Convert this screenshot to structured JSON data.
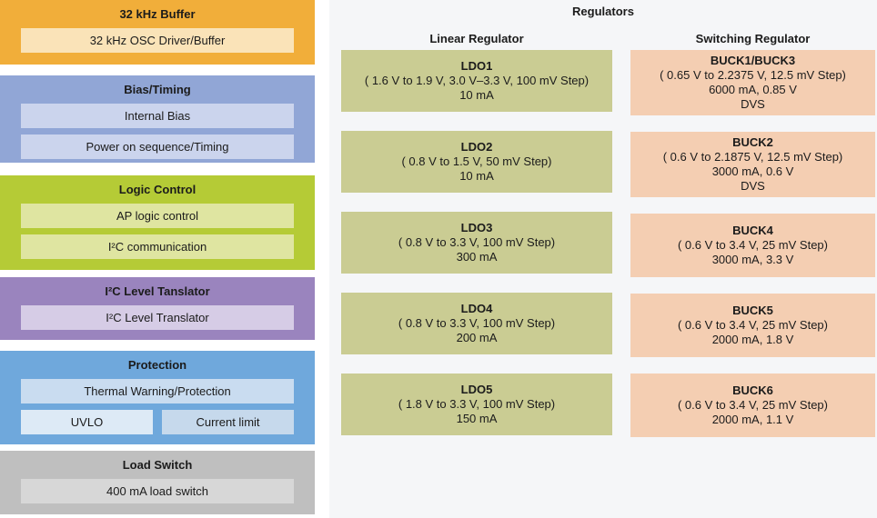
{
  "colors": {
    "panel_bg": "#F5F6F8",
    "buffer_bg": "#F1AE3A",
    "buffer_item_bg": "#FAE3B8",
    "bias_bg": "#91A6D6",
    "bias_item_bg": "#CBD4ED",
    "logic_bg": "#B5CB36",
    "logic_item_bg": "#DFE5A1",
    "i2c_bg": "#9A84BE",
    "i2c_item_bg": "#D6CCE6",
    "protection_bg": "#6FA8DC",
    "protection_item_bg": "#C9DCF0",
    "uvlo_bg": "#DDEAF6",
    "current_limit_bg": "#C6D9EC",
    "loadswitch_bg": "#BFBFBF",
    "loadswitch_item_bg": "#D7D7D7",
    "ldo_bg": "#CACC93",
    "buck_bg": "#F4CEB2"
  },
  "left_panel": {
    "blocks": [
      {
        "title": "32 kHz Buffer",
        "items": [
          "32 kHz OSC Driver/Buffer"
        ]
      },
      {
        "title": "Bias/Timing",
        "items": [
          "Internal Bias",
          "Power on sequence/Timing"
        ]
      },
      {
        "title": "Logic Control",
        "items": [
          "AP logic control",
          "I²C communication"
        ]
      },
      {
        "title": "I²C Level Tanslator",
        "items": [
          "I²C Level Translator"
        ]
      },
      {
        "title": "Protection",
        "items": [
          "Thermal Warning/Protection"
        ],
        "split_items": [
          "UVLO",
          "Current limit"
        ]
      },
      {
        "title": "Load Switch",
        "items": [
          "400 mA load switch"
        ]
      }
    ]
  },
  "regulators": {
    "title": "Regulators",
    "linear": {
      "header": "Linear Regulator",
      "items": [
        {
          "name": "LDO1",
          "specs": [
            "( 1.6 V to 1.9 V, 3.0 V–3.3 V, 100 mV Step)",
            "10 mA"
          ]
        },
        {
          "name": "LDO2",
          "specs": [
            "( 0.8 V to 1.5 V, 50 mV Step)",
            "10 mA"
          ]
        },
        {
          "name": "LDO3",
          "specs": [
            "( 0.8 V to 3.3 V, 100 mV Step)",
            "300 mA"
          ]
        },
        {
          "name": "LDO4",
          "specs": [
            "( 0.8 V to 3.3 V, 100 mV Step)",
            "200 mA"
          ]
        },
        {
          "name": "LDO5",
          "specs": [
            "( 1.8 V to 3.3 V, 100 mV Step)",
            "150 mA"
          ]
        }
      ]
    },
    "switching": {
      "header": "Switching Regulator",
      "items": [
        {
          "name": "BUCK1/BUCK3",
          "specs": [
            "( 0.65 V to 2.2375 V, 12.5 mV Step)",
            "6000 mA, 0.85 V",
            "DVS"
          ]
        },
        {
          "name": "BUCK2",
          "specs": [
            "( 0.6 V to 2.1875 V, 12.5 mV Step)",
            "3000 mA, 0.6 V",
            "DVS"
          ]
        },
        {
          "name": "BUCK4",
          "specs": [
            "( 0.6 V to 3.4 V, 25 mV Step)",
            "3000 mA, 3.3 V"
          ]
        },
        {
          "name": "BUCK5",
          "specs": [
            "( 0.6 V to 3.4 V, 25 mV Step)",
            "2000 mA, 1.8 V"
          ]
        },
        {
          "name": "BUCK6",
          "specs": [
            "( 0.6 V to 3.4 V, 25 mV Step)",
            "2000 mA, 1.1 V"
          ]
        }
      ]
    }
  }
}
